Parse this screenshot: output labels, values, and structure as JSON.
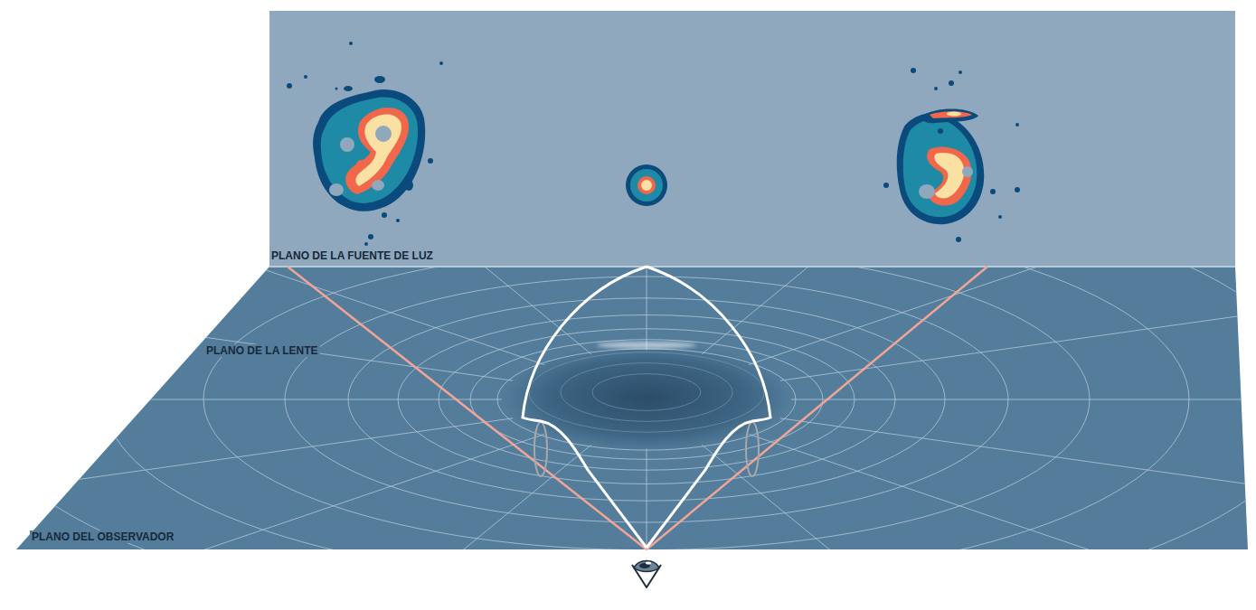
{
  "diagram": {
    "labels": [
      "PLANO DE LA FUENTE DE LUZ",
      "PLANO DE LA LENTE",
      "PLANO DEL OBSERVADOR"
    ]
  }
}
